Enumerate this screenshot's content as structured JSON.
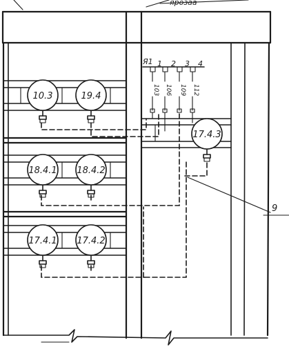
{
  "top_labels": {
    "partial_left": "",
    "partial_right": "ярозаа"
  },
  "gauges": [
    {
      "id": "g1",
      "label": "10.3"
    },
    {
      "id": "g2",
      "label": "19.4"
    },
    {
      "id": "g3",
      "label": "18.4.1"
    },
    {
      "id": "g4",
      "label": "18.4.2"
    },
    {
      "id": "g5",
      "label": "17.4.1"
    },
    {
      "id": "g6",
      "label": "17.4.2"
    },
    {
      "id": "g7",
      "label": "17.4.3"
    }
  ],
  "terminal_block": {
    "head_label": "Я1",
    "numbers": [
      "1",
      "2",
      "3",
      "4"
    ],
    "wire_labels": [
      "103",
      "106",
      "109",
      "112"
    ]
  },
  "callout": {
    "label": "9"
  }
}
